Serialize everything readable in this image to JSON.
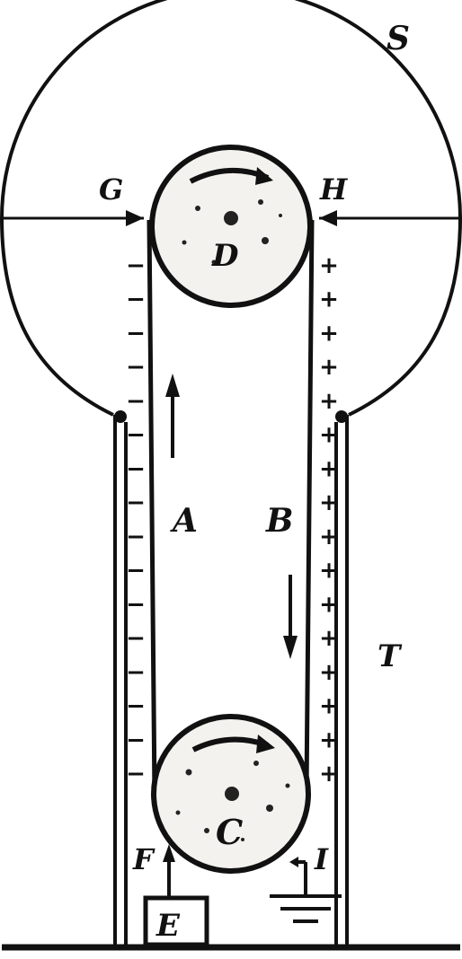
{
  "labels": {
    "dome": "S",
    "tube": "T",
    "left_comb": "G",
    "right_comb": "H",
    "top_pulley": "D",
    "bottom_pulley": "C",
    "left_belt": "A",
    "right_belt": "B",
    "source": "E",
    "left_feed": "F",
    "right_feed": "I"
  },
  "charges": {
    "left_sign": "−",
    "right_sign": "+",
    "left_count": 16,
    "right_count": 16
  },
  "colors": {
    "ink": "#111111",
    "paper": "#ffffff",
    "pulley_fill": "#f4f2ee"
  }
}
